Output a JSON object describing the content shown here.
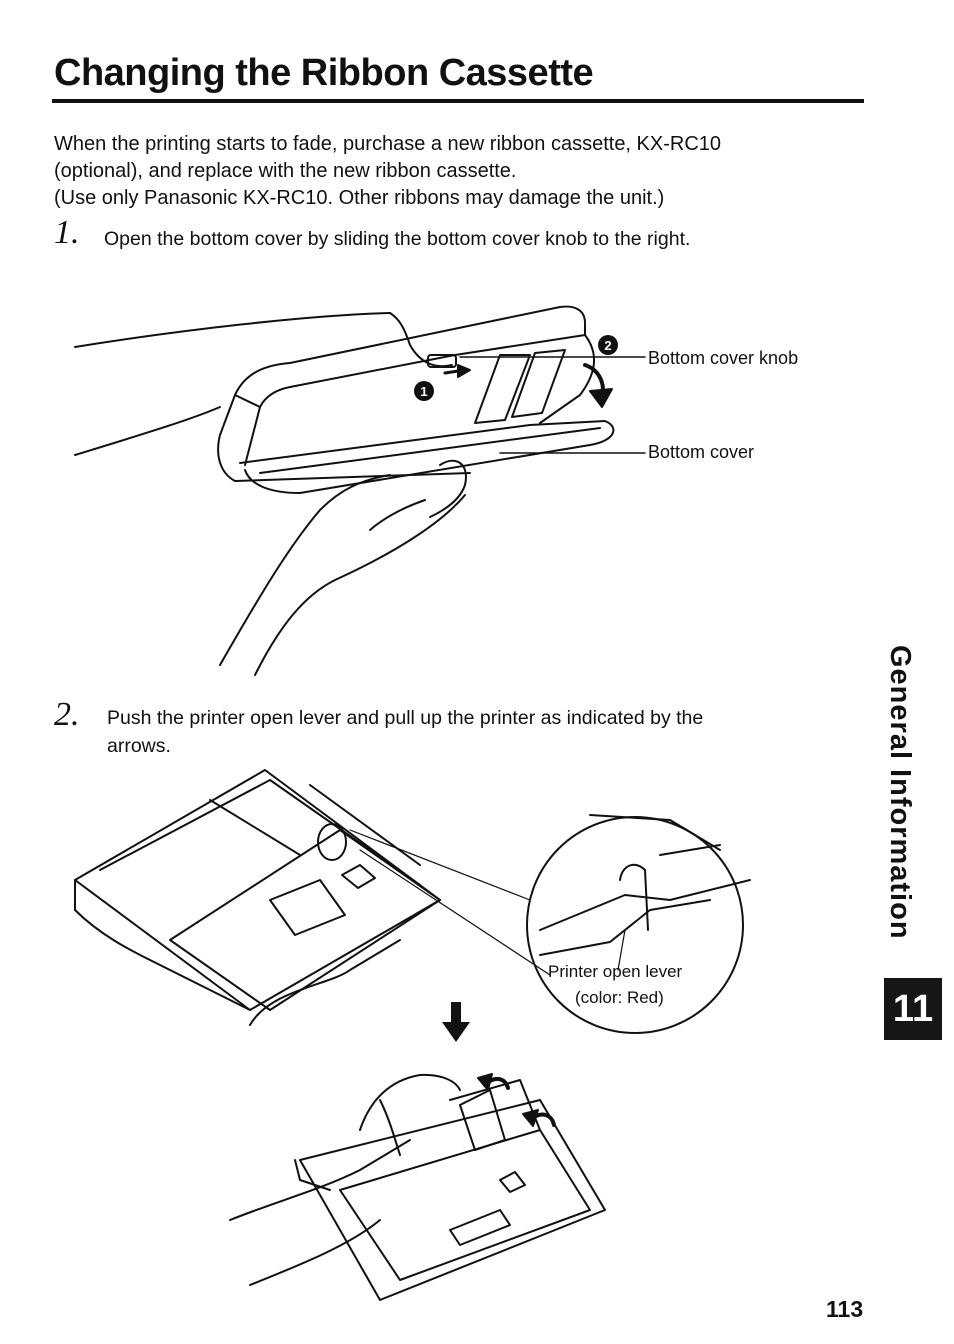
{
  "title": "Changing the Ribbon Cassette",
  "intro": {
    "line1": "When the printing starts to fade, purchase a new ribbon cassette, KX-RC10",
    "line2": "(optional), and replace with the new ribbon cassette.",
    "line3": "(Use only Panasonic KX-RC10. Other ribbons may damage the unit.)"
  },
  "steps": [
    {
      "num": "1.",
      "text": "Open the bottom cover by sliding the bottom cover knob to the right."
    },
    {
      "num": "2.",
      "text_line1": "Push the printer open lever and pull up the printer as indicated by the",
      "text_line2": "arrows."
    }
  ],
  "figure1": {
    "label_knob": "Bottom cover knob",
    "label_cover": "Bottom cover",
    "marker1": "1",
    "marker2": "2"
  },
  "figure2": {
    "label_lever_line1": "Printer open lever",
    "label_lever_line2": "(color:  Red)"
  },
  "side_tab": "General Information",
  "chapter": "11",
  "page_number": "113"
}
